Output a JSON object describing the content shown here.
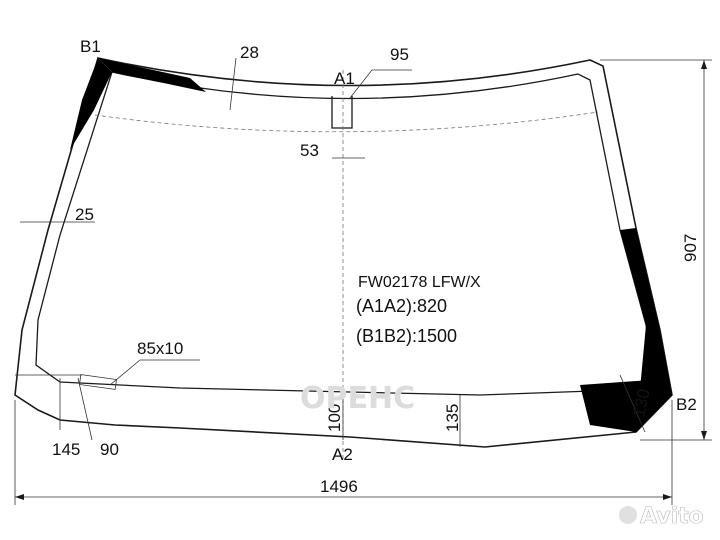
{
  "drawing": {
    "part_number": "FW02178 LFW/X",
    "a_line": "(A1A2):820",
    "b_line": "(B1B2):1500",
    "points": {
      "b1": "B1",
      "b2": "B2",
      "a1": "A1",
      "a2": "A2"
    },
    "dimensions": {
      "top_band": "28",
      "top_right": "95",
      "sensor_width": "53",
      "side_band": "25",
      "marking": "85x10",
      "left_bottom_1": "145",
      "left_bottom_2": "90",
      "bottom_center": "100",
      "bottom_right": "135",
      "corner_band": "130",
      "height": "907",
      "width": "1496"
    }
  },
  "watermarks": {
    "center": "OPEHC",
    "corner": "Avito"
  },
  "colors": {
    "line": "#1a1a1a",
    "band": "#000000",
    "watermark": "#dcdcdc"
  }
}
